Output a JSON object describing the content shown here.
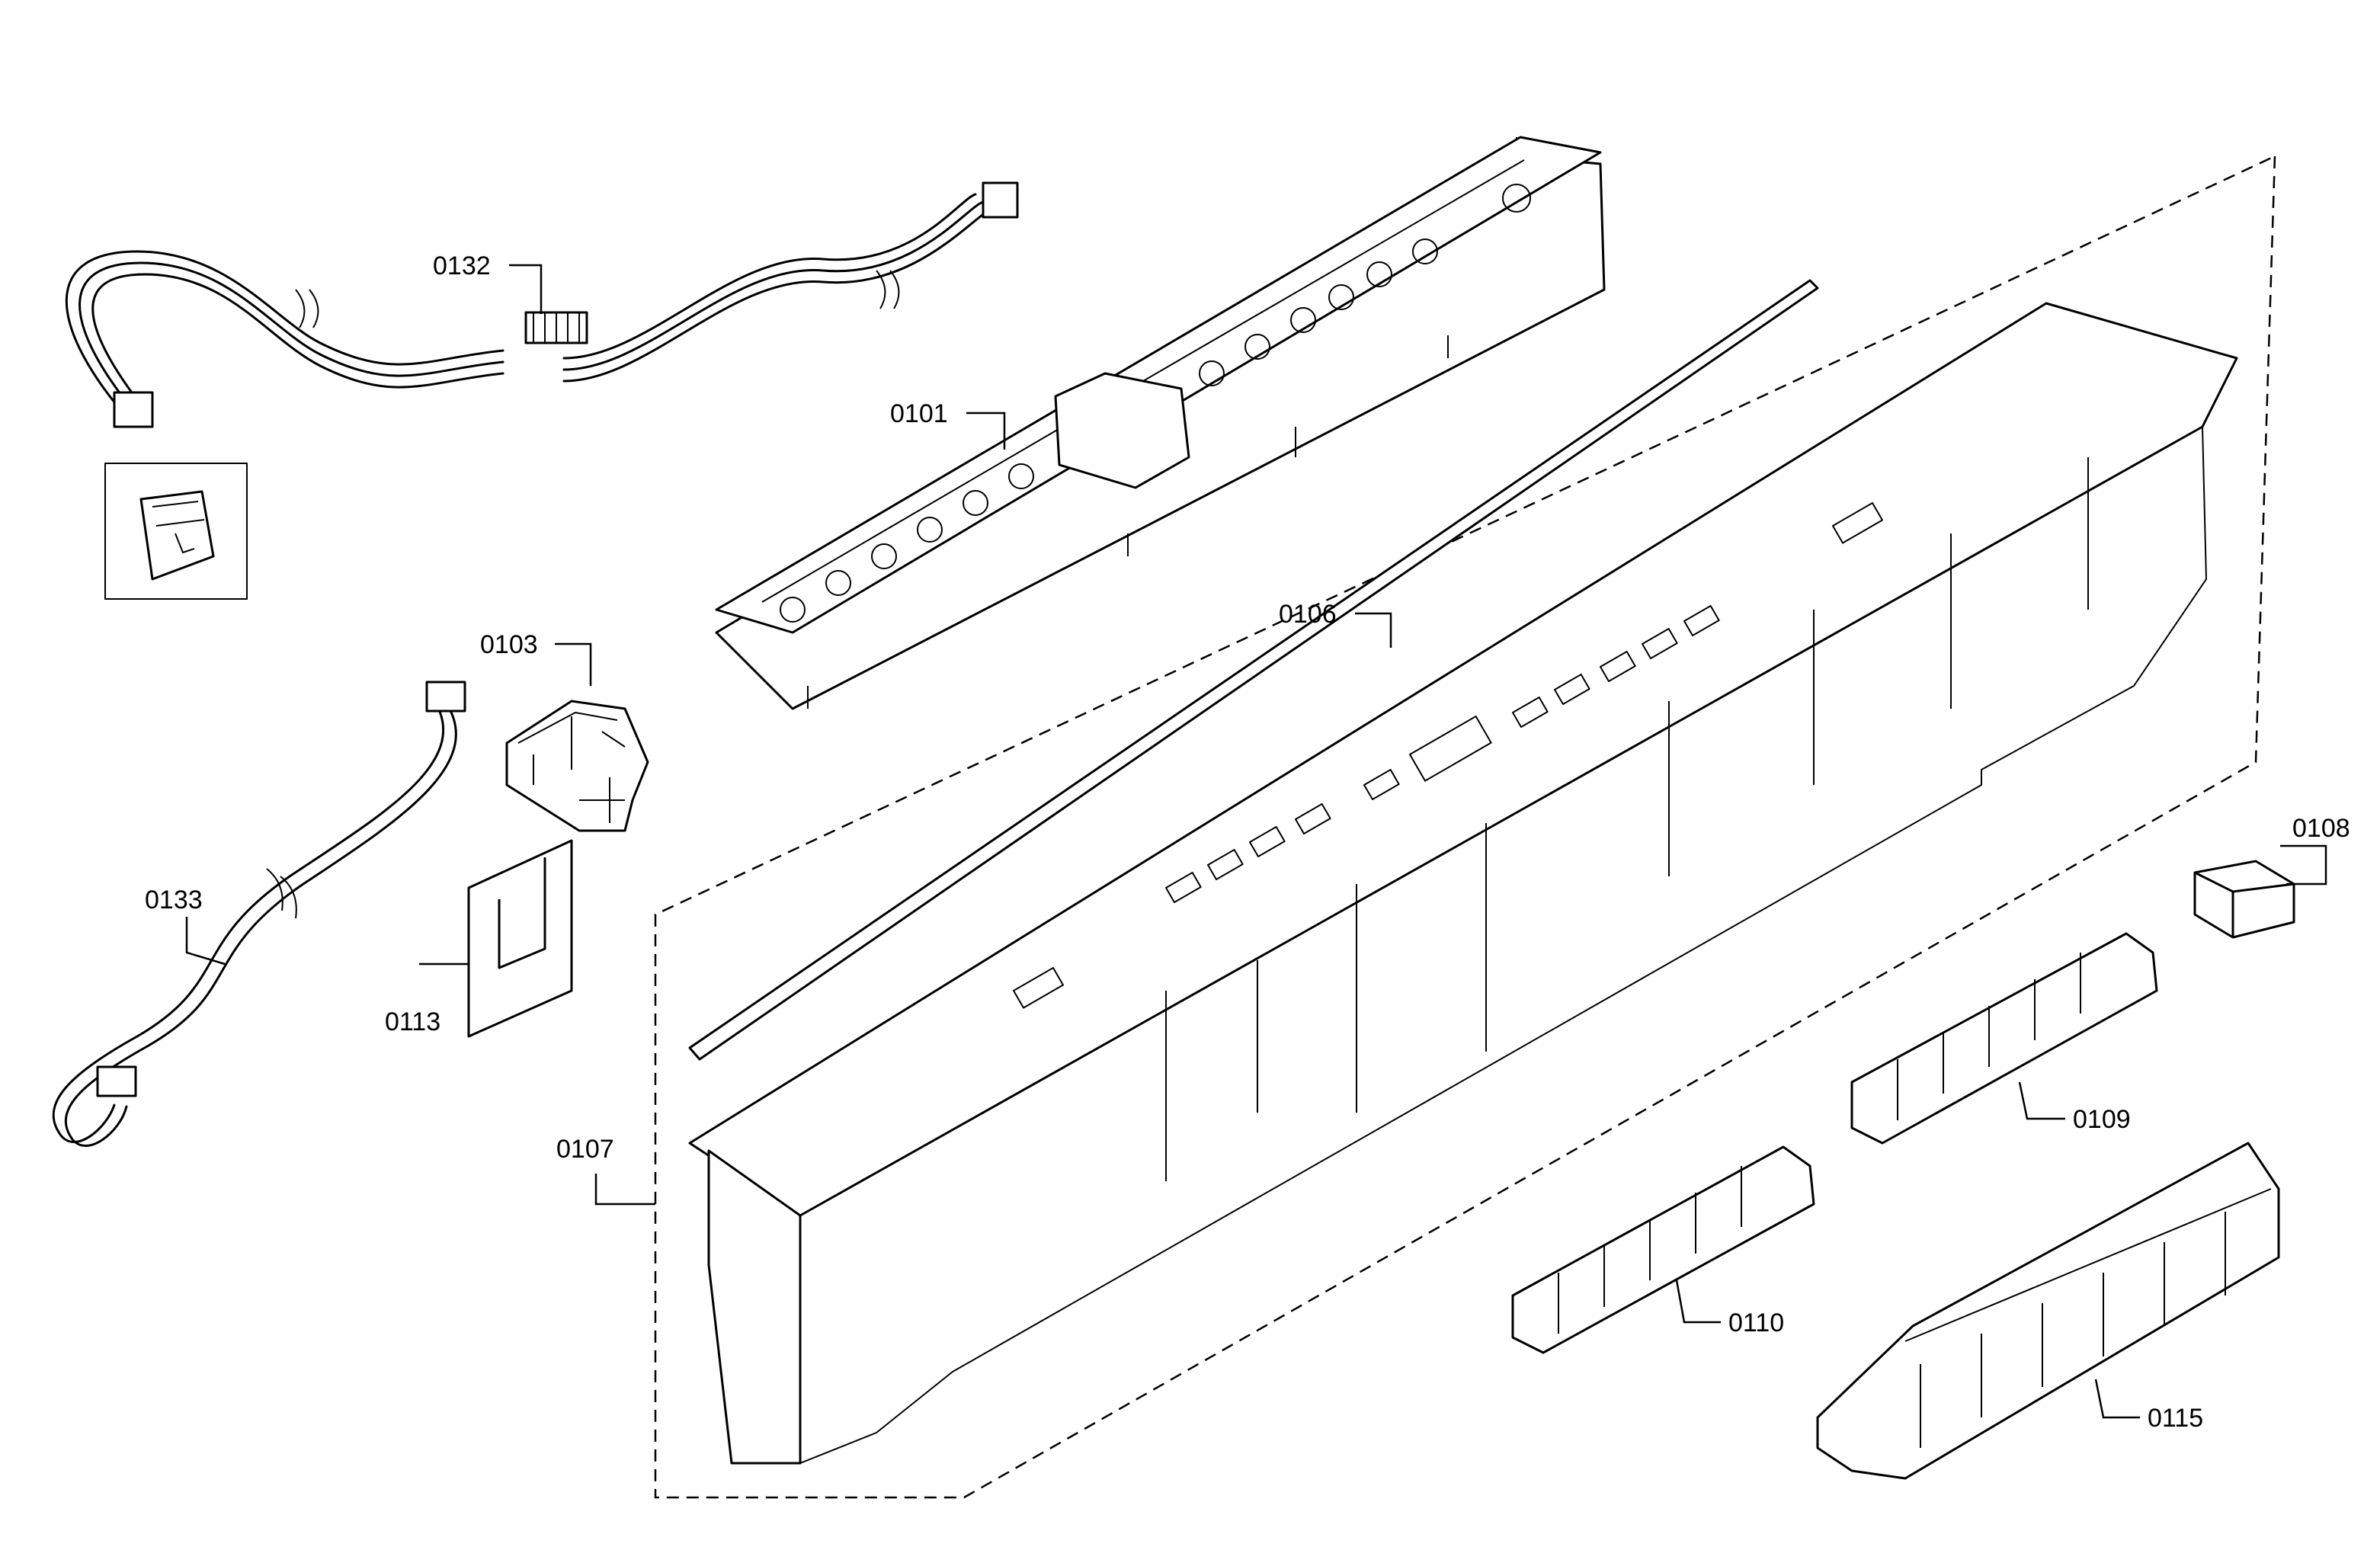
{
  "labels": {
    "p0101": "0101",
    "p0103": "0103",
    "p0106": "0106",
    "p0107": "0107",
    "p0108": "0108",
    "p0109": "0109",
    "p0110": "0110",
    "p0113": "0113",
    "p0115": "0115",
    "p0132": "0132",
    "p0133": "0133"
  },
  "colors": {
    "line": "#000000",
    "background": "#ffffff"
  }
}
